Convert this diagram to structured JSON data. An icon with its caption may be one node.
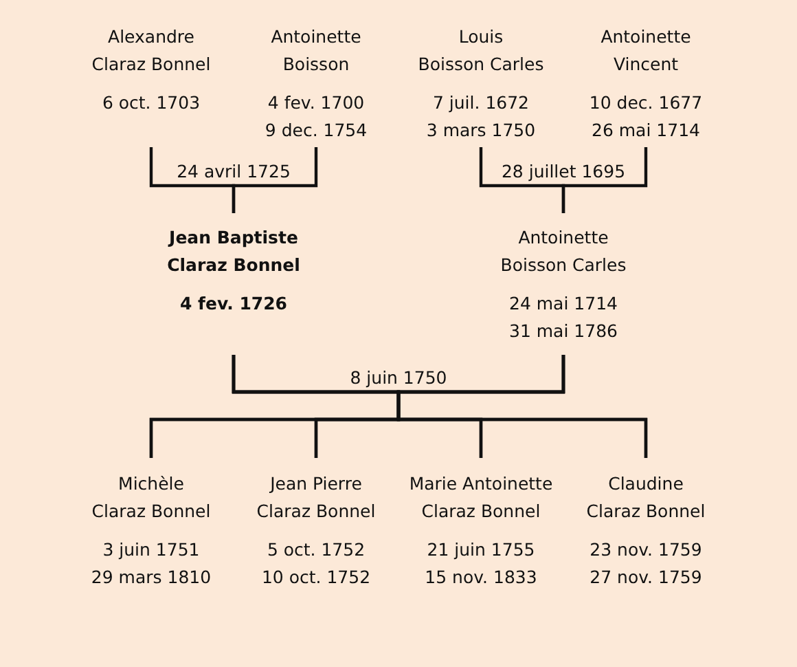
{
  "diagram": {
    "nodes": [
      {
        "text": [
          "Alexandre Claraz Bonnel",
          "6 oct. 1703"
        ]
      },
      {
        "text": [
          "Antoinette Boisson",
          "4 fev. 1700",
          "9 dec. 1754"
        ]
      },
      {
        "text": [
          "Louis Boisson Carles",
          "7 juil. 1672",
          "3 mars 1750"
        ]
      },
      {
        "text": [
          "Antoinette Vincent",
          "10 dec. 1677",
          "26 mai 1714"
        ]
      },
      {
        "text": [
          "Jean Baptiste Claraz Bonnel",
          "4 fev. 1726"
        ]
      },
      {
        "text": [
          "Antoinette Boisson Carles",
          "24 mai 1714",
          "31 mai 1786"
        ]
      },
      {
        "text": [
          "Michèle Claraz Bonnel",
          "3 juin 1751",
          "29 mars 1810"
        ]
      },
      {
        "text": [
          "Jean Pierre Claraz Bonnel",
          "5 oct. 1752",
          "10 oct. 1752"
        ]
      },
      {
        "text": [
          "Marie Antoinette Claraz Bonnel",
          "21 juin 1755",
          "15 nov. 1833"
        ]
      },
      {
        "text": [
          "Claudine Claraz Bonnel",
          "23 nov. 1759",
          "27 nov. 1759"
        ]
      }
    ],
    "edges": [
      {
        "from": 0,
        "to": 4,
        "arrow": "none",
        "label": "24 avril 1725"
      },
      {
        "from": 1,
        "to": 4,
        "arrow": "none"
      },
      {
        "from": 2,
        "to": 5,
        "arrow": "none",
        "label": "28 juillet 1695"
      },
      {
        "from": 3,
        "to": 5,
        "arrow": "none"
      },
      {
        "from": 4,
        "to": 6,
        "arrow": "none",
        "label": "8 juin 1750"
      },
      {
        "from": 4,
        "to": 7,
        "arrow": "none"
      },
      {
        "from": 4,
        "to": 8,
        "arrow": "none"
      },
      {
        "from": 4,
        "to": 9,
        "arrow": "none"
      },
      {
        "from": 5,
        "to": 6,
        "arrow": "none"
      },
      {
        "from": 5,
        "to": 7,
        "arrow": "none"
      },
      {
        "from": 5,
        "to": 8,
        "arrow": "none"
      },
      {
        "from": 5,
        "to": 9,
        "arrow": "none"
      }
    ]
  }
}
